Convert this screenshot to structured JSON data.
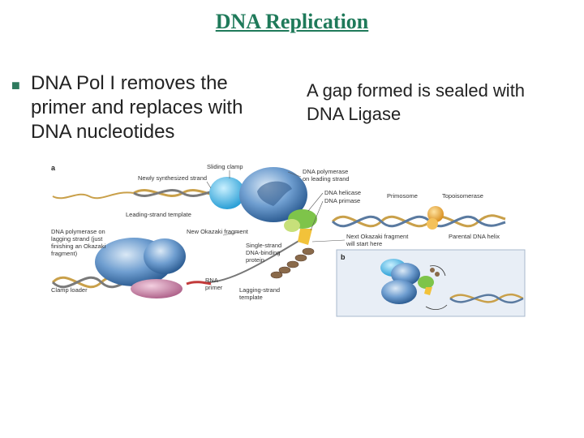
{
  "slide": {
    "title": "DNA Replication",
    "bullet_left": "DNA Pol I removes the primer and replaces with DNA nucleotides",
    "right_text": "A gap formed is sealed with DNA Ligase"
  },
  "figure": {
    "panel_a_label": "a",
    "panel_b_label": "b",
    "labels": {
      "sliding_clamp": "Sliding clamp",
      "new_strand": "Newly synthesized strand",
      "leading_template": "Leading-strand template",
      "pol_leading_1": "DNA polymerase",
      "pol_leading_2": "on leading strand",
      "helicase": "DNA helicase",
      "primase": "DNA primase",
      "primosome": "Primosome",
      "topoisomerase": "Topoisomerase",
      "pol_lagging_1": "DNA polymerase on",
      "pol_lagging_2": "lagging strand (just",
      "pol_lagging_3": "finishing an Okazaki",
      "pol_lagging_4": "fragment)",
      "new_okazaki": "New Okazaki fragment",
      "ssb_1": "Single-strand",
      "ssb_2": "DNA-binding",
      "ssb_3": "protein",
      "next_okazaki_1": "Next Okazaki fragment",
      "next_okazaki_2": "will start here",
      "parental": "Parental DNA helix",
      "clamp_loader": "Clamp loader",
      "rna_primer_1": "RNA",
      "rna_primer_2": "primer",
      "lagging_template_1": "Lagging-strand",
      "lagging_template_2": "template"
    }
  }
}
